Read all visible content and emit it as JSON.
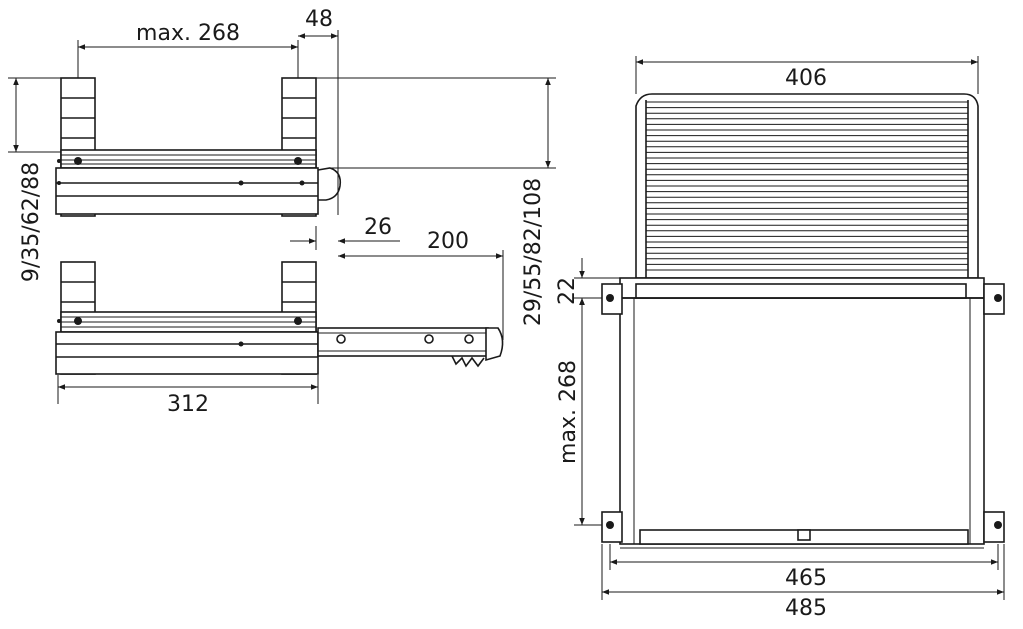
{
  "dimensions": {
    "top_span": "max. 268",
    "top_offset": "48",
    "height_left": "9/35/62/88",
    "height_right": "29/55/82/108",
    "step_26": "26",
    "extension": "200",
    "base_width_side": "312",
    "tread_width": "406",
    "gap_22": "22",
    "front_span": "max. 268",
    "inner_width": "465",
    "outer_width": "485"
  }
}
